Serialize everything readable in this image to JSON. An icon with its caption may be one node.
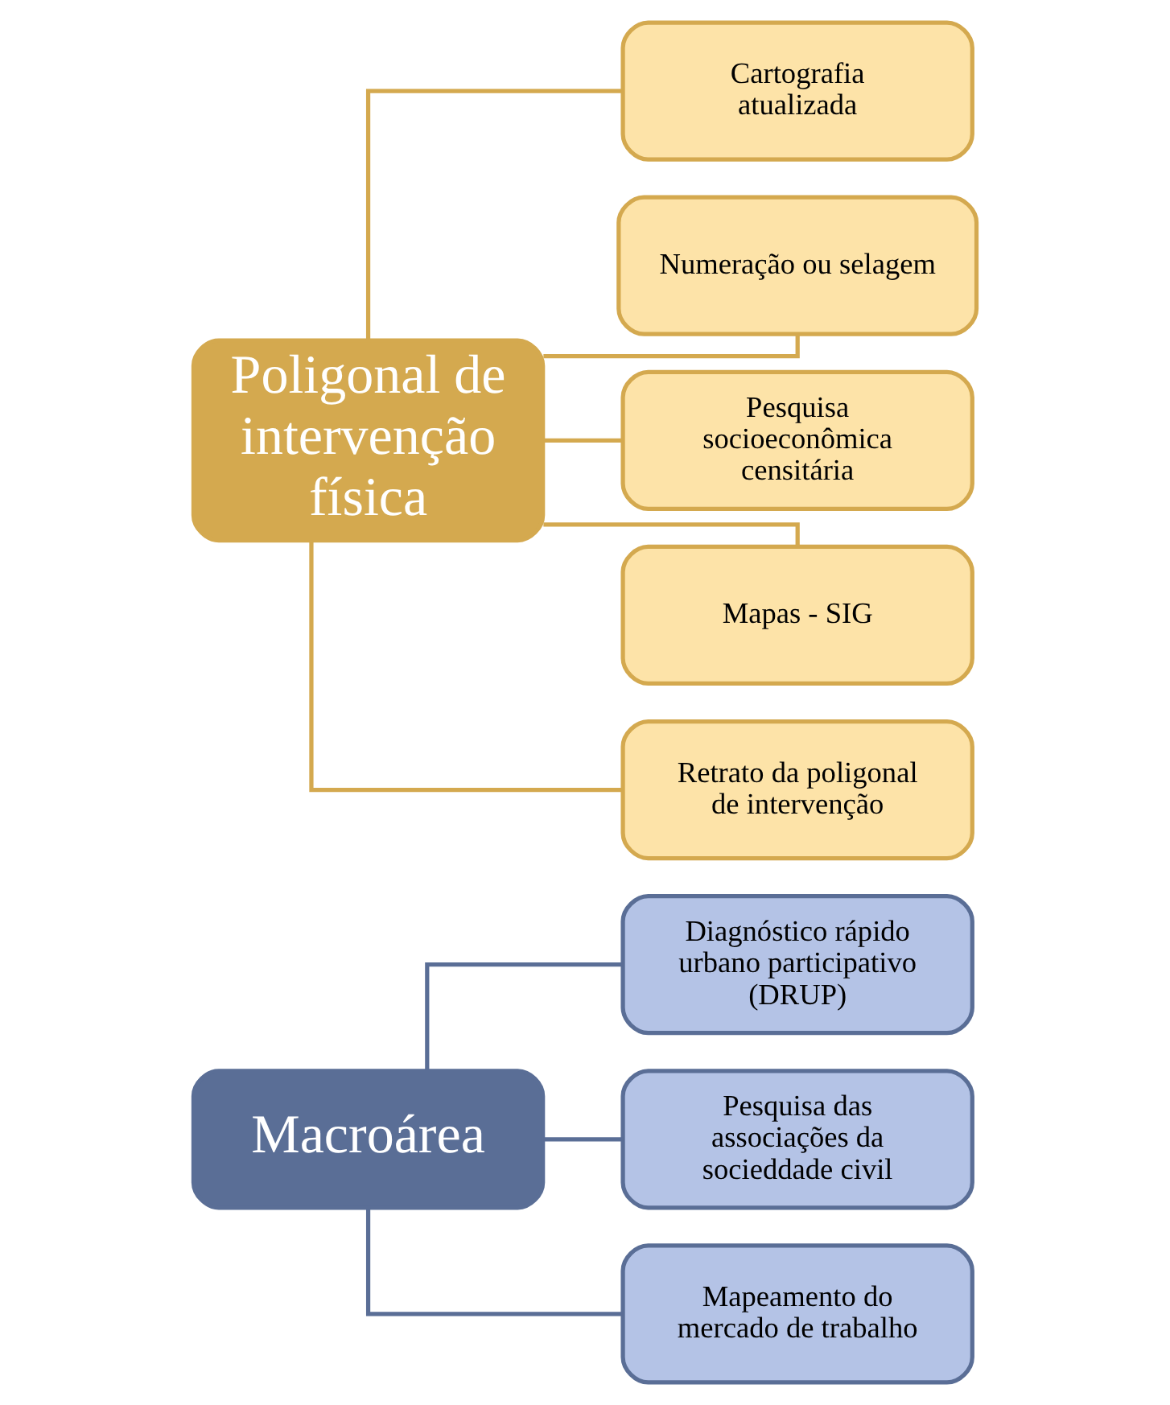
{
  "diagram": {
    "nodes": [
      {
        "text": [
          "Macroárea"
        ]
      },
      {
        "text": [
          "Diagnóstico rápido urbano participativo (DRUP)"
        ]
      },
      {
        "text": [
          "Pesquisa das associações da socieddade civil"
        ]
      },
      {
        "text": [
          "Mapeamento do mercado de trabalho"
        ]
      },
      {
        "text": [
          "Poligonal de intervenção física"
        ]
      },
      {
        "text": [
          "Cartografia atualizada"
        ]
      },
      {
        "text": [
          "Numeração ou selagem"
        ]
      },
      {
        "text": [
          "Pesquisa socioeconômica censitária"
        ]
      },
      {
        "text": [
          "Mapas - SIG"
        ]
      },
      {
        "text": [
          "Retrato da poligonal de intervenção"
        ]
      }
    ],
    "edges": [
      {
        "from": 0,
        "to": 1,
        "arrow": "none",
        "color": "#5a6e96"
      },
      {
        "from": 0,
        "to": 2,
        "arrow": "none",
        "color": "#5a6e96"
      },
      {
        "from": 0,
        "to": 3,
        "arrow": "none",
        "color": "#5a6e96"
      },
      {
        "from": 4,
        "to": 5,
        "arrow": "none"
      },
      {
        "from": 4,
        "to": 6,
        "arrow": "none"
      },
      {
        "from": 4,
        "to": 7,
        "arrow": "none"
      },
      {
        "from": 4,
        "to": 8,
        "arrow": "none"
      },
      {
        "from": 4,
        "to": 9,
        "arrow": "none"
      }
    ]
  }
}
